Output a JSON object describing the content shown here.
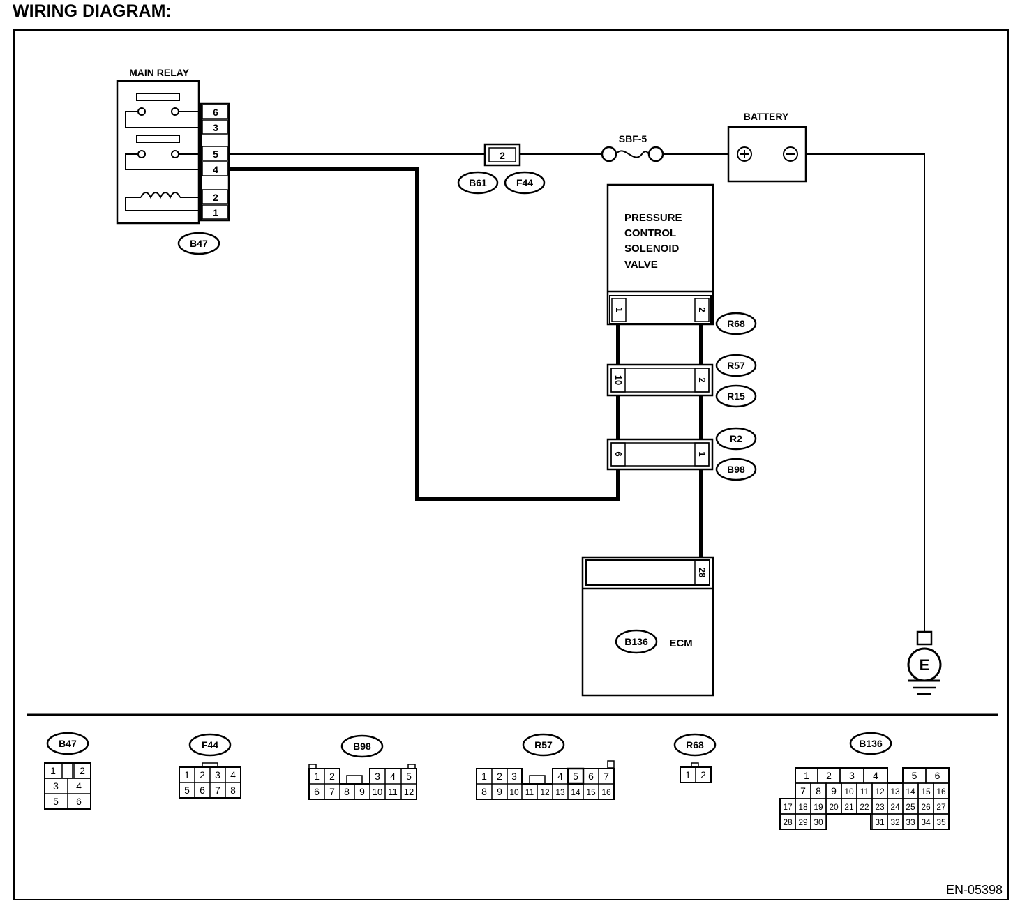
{
  "title": "WIRING DIAGRAM:",
  "doc_id": "EN-05398",
  "main_relay": {
    "label": "MAIN RELAY",
    "connector": "B47",
    "pins": [
      "6",
      "3",
      "5",
      "4",
      "2",
      "1"
    ]
  },
  "fuse_connector": {
    "pin": "2",
    "connectors": [
      "B61",
      "F44"
    ]
  },
  "fuse": {
    "label": "SBF-5"
  },
  "battery": {
    "label": "BATTERY",
    "plus": "⊕",
    "minus": "⊖"
  },
  "ground": {
    "label": "E"
  },
  "solenoid": {
    "lines": [
      "PRESSURE",
      "CONTROL",
      "SOLENOID",
      "VALVE"
    ],
    "pin_left": "1",
    "pin_right": "2",
    "connector": "R68"
  },
  "joint1": {
    "pin_left": "10",
    "pin_right": "2",
    "connector_top": "R57",
    "connector_bottom": "R15"
  },
  "joint2": {
    "pin_left": "6",
    "pin_right": "1",
    "connector_top": "R2",
    "connector_bottom": "B98"
  },
  "ecm": {
    "label": "ECM",
    "connector": "B136",
    "pin": "28"
  },
  "pinouts": {
    "b47": {
      "name": "B47",
      "rows": [
        [
          "1",
          "2"
        ],
        [
          "3",
          "4"
        ],
        [
          "5",
          "6"
        ]
      ]
    },
    "f44": {
      "name": "F44",
      "rows": [
        [
          "1",
          "2",
          "3",
          "4"
        ],
        [
          "5",
          "6",
          "7",
          "8"
        ]
      ]
    },
    "b98": {
      "name": "B98",
      "row1": [
        "1",
        "2",
        "3",
        "4",
        "5"
      ],
      "row2": [
        "6",
        "7",
        "8",
        "9",
        "10",
        "11",
        "12"
      ]
    },
    "r57": {
      "name": "R57",
      "row1": [
        "1",
        "2",
        "3",
        "4",
        "5",
        "6",
        "7"
      ],
      "row2": [
        "8",
        "9",
        "10",
        "11",
        "12",
        "13",
        "14",
        "15",
        "16"
      ]
    },
    "r68": {
      "name": "R68",
      "row1": [
        "1",
        "2"
      ]
    },
    "b136": {
      "name": "B136",
      "row1": [
        "1",
        "2",
        "3",
        "4",
        "5",
        "6"
      ],
      "row2": [
        "7",
        "8",
        "9",
        "10",
        "11",
        "12",
        "13",
        "14",
        "15",
        "16"
      ],
      "row3": [
        "17",
        "18",
        "19",
        "20",
        "21",
        "22",
        "23",
        "24",
        "25",
        "26",
        "27"
      ],
      "row4": [
        "28",
        "29",
        "30",
        "31",
        "32",
        "33",
        "34",
        "35"
      ]
    }
  }
}
